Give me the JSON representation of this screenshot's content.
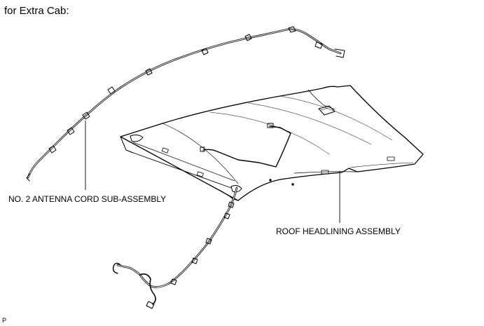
{
  "caption": "for Extra Cab:",
  "labels": {
    "antenna_cord": "NO. 2 ANTENNA CORD SUB-ASSEMBLY",
    "roof_headlining": "ROOF HEADLINING ASSEMBLY"
  },
  "figure_code": "P"
}
